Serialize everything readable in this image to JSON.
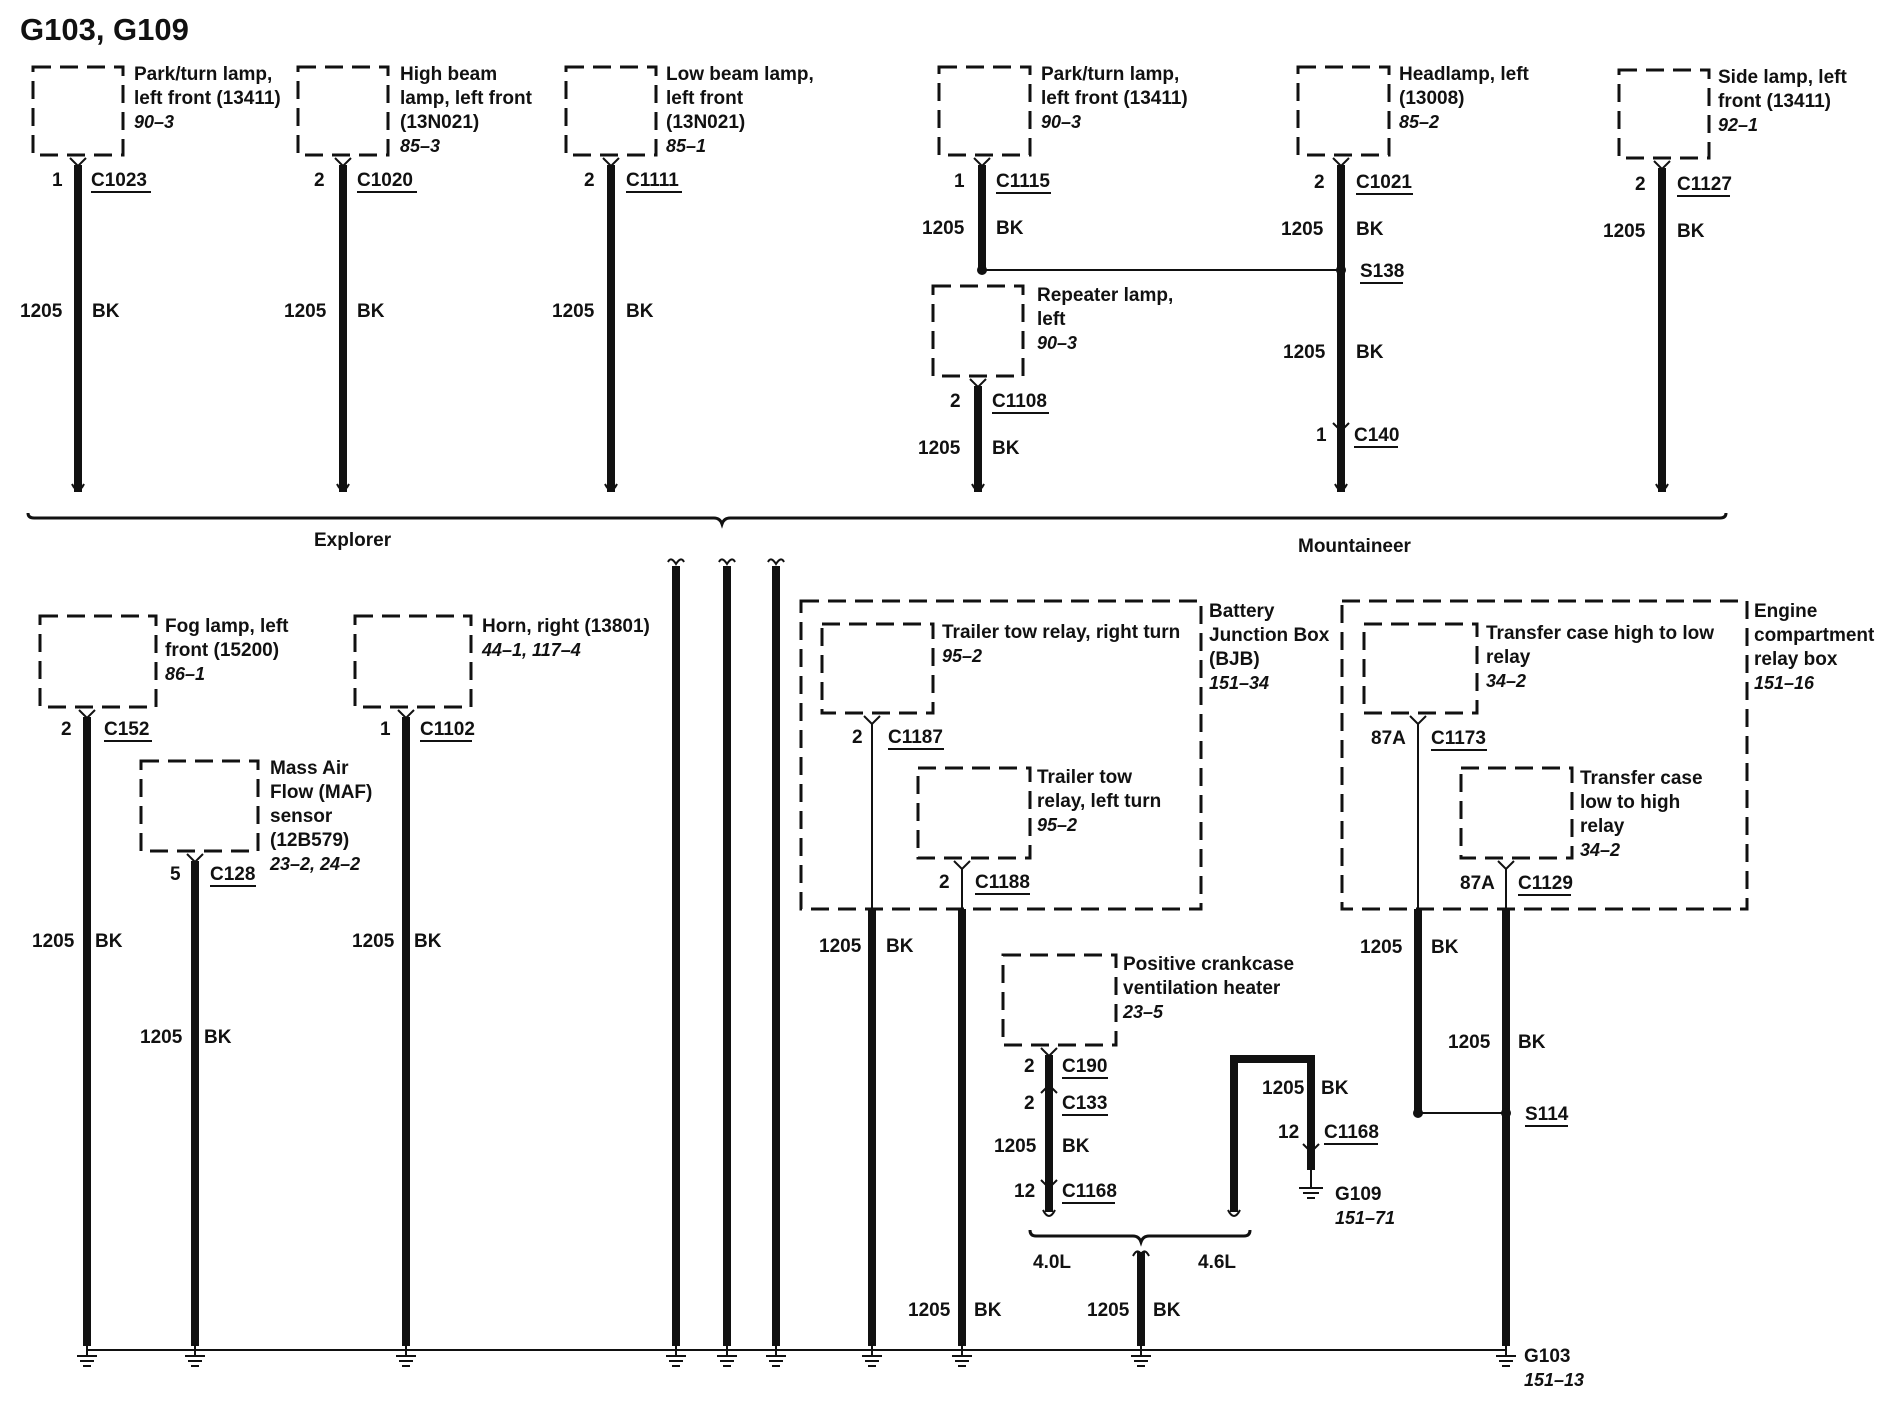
{
  "title": "G103, G109",
  "top": {
    "components": [
      {
        "id": "park-lf-a",
        "lines": [
          "Park/turn lamp,",
          "left front (13411)"
        ],
        "ref": "90–3"
      },
      {
        "id": "highbeam",
        "lines": [
          "High beam",
          "lamp, left front",
          "(13N021)"
        ],
        "ref": "85–3"
      },
      {
        "id": "lowbeam",
        "lines": [
          "Low beam lamp,",
          "left front",
          "(13N021)"
        ],
        "ref": "85–1"
      },
      {
        "id": "park-lf-b",
        "lines": [
          "Park/turn lamp,",
          "left front (13411)"
        ],
        "ref": "90–3"
      },
      {
        "id": "headlamp",
        "lines": [
          "Headlamp, left",
          "(13008)"
        ],
        "ref": "85–2"
      },
      {
        "id": "sidelamp",
        "lines": [
          "Side lamp, left",
          "front (13411)"
        ],
        "ref": "92–1"
      },
      {
        "id": "repeater",
        "lines": [
          "Repeater lamp,",
          "left"
        ],
        "ref": "90–3"
      }
    ],
    "pins": [
      "1",
      "2",
      "2",
      "1",
      "2",
      "2",
      "2",
      "1"
    ],
    "connectors": [
      "C1023",
      "C1020",
      "C1111",
      "C1115",
      "C1021",
      "C1127",
      "C1108",
      "C140"
    ],
    "splice": "S138",
    "group_left": "Explorer",
    "group_right": "Mountaineer"
  },
  "bottom": {
    "components": [
      {
        "id": "foglamp",
        "lines": [
          "Fog lamp, left",
          "front (15200)"
        ],
        "ref": "86–1"
      },
      {
        "id": "maf",
        "lines": [
          "Mass Air",
          "Flow (MAF)",
          "sensor",
          "(12B579)"
        ],
        "ref": "23–2, 24–2"
      },
      {
        "id": "horn",
        "lines": [
          "Horn, right (13801)"
        ],
        "ref": "44–1, 117–4"
      },
      {
        "id": "tt-right",
        "lines": [
          "Trailer tow relay, right turn"
        ],
        "ref": "95–2"
      },
      {
        "id": "tt-left",
        "lines": [
          "Trailer tow",
          "relay, left turn"
        ],
        "ref": "95–2"
      },
      {
        "id": "bjb",
        "lines": [
          "Battery",
          "Junction Box",
          "(BJB)"
        ],
        "ref": "151–34"
      },
      {
        "id": "tc-hl",
        "lines": [
          "Transfer case high to low",
          "relay"
        ],
        "ref": "34–2"
      },
      {
        "id": "tc-lh",
        "lines": [
          "Transfer case",
          "low to high",
          "relay"
        ],
        "ref": "34–2"
      },
      {
        "id": "ecrb",
        "lines": [
          "Engine",
          "compartment",
          "relay box"
        ],
        "ref": "151–16"
      },
      {
        "id": "pcv",
        "lines": [
          "Positive crankcase",
          "ventilation heater"
        ],
        "ref": "23–5"
      }
    ],
    "pins": [
      "2",
      "5",
      "1",
      "2",
      "2",
      "87A",
      "87A",
      "2",
      "2",
      "12",
      "12"
    ],
    "connectors": [
      "C152",
      "C128",
      "C1102",
      "C1187",
      "C1188",
      "C1173",
      "C1129",
      "C190",
      "C133",
      "C1168",
      "C1168"
    ],
    "splice": "S114",
    "engine_a": "4.0L",
    "engine_b": "4.6L",
    "ground_g103": {
      "name": "G103",
      "ref": "151–13"
    },
    "ground_g109": {
      "name": "G109",
      "ref": "151–71"
    }
  },
  "wire": {
    "circuit": "1205",
    "color": "BK"
  }
}
